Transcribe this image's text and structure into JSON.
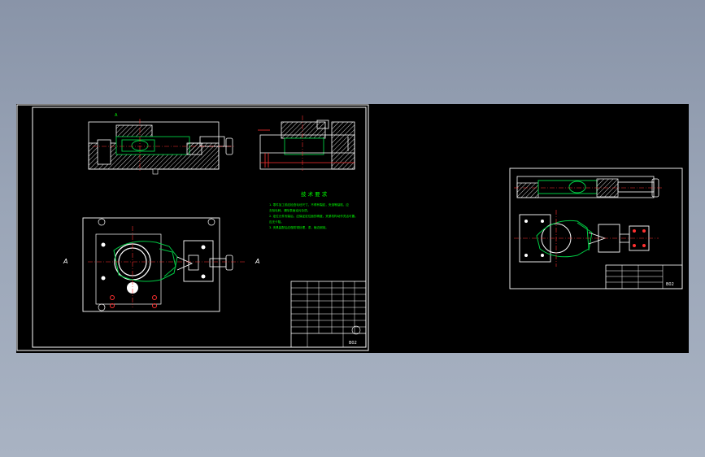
{
  "drawing": {
    "background": "#000000",
    "line_color": "#ffffff",
    "part_color": "#00cc44",
    "center_color": "#ff3030",
    "text_color": "#00ff00",
    "tech_title": "技 术 要 求",
    "tech_lines": [
      "1. 零件加工前应检查毛坯尺寸，不得有裂纹，夹渣等缺陷，应",
      "去除毛刺。清除表面油污杂质。",
      "2. 定位元件安装后，应保证定位面的精度，夹紧机构动作灵活可靠。",
      "应无卡阻。",
      "3. 夹具装配后应做防锈处理，漆，棱边倒钝。"
    ],
    "sheet1_number": "B02",
    "sheet2_number": "B02",
    "view_label_left": "A",
    "section_mark_left": "A",
    "section_mark_right": "A"
  }
}
